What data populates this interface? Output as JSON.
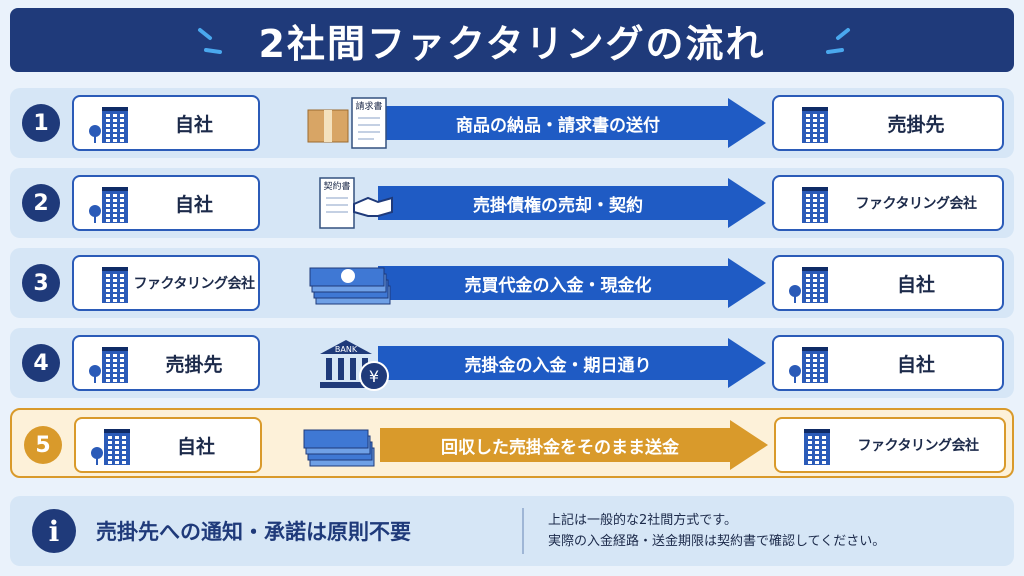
{
  "title": "2社間ファクタリングの流れ",
  "colors": {
    "navy": "#1f3a7a",
    "arrow_blue": "#1f5bc4",
    "gold": "#d99a2b",
    "panel": "#d6e6f6"
  },
  "steps": [
    {
      "num": "1",
      "from": "自社",
      "action": "商品の納品・請求書の送付",
      "to": "売掛先",
      "decoration": "package-invoice-icon",
      "doc_label": "請求書"
    },
    {
      "num": "2",
      "from": "自社",
      "action": "売掛債権の売却・契約",
      "to": "ファクタリング会社",
      "decoration": "contract-handshake-icon",
      "doc_label": "契約書"
    },
    {
      "num": "3",
      "from": "ファクタリング会社",
      "action": "売買代金の入金・現金化",
      "to": "自社",
      "decoration": "cash-stack-icon"
    },
    {
      "num": "4",
      "from": "売掛先",
      "action": "売掛金の入金・期日通り",
      "to": "自社",
      "decoration": "bank-yen-icon",
      "bank_label": "BANK",
      "yen": "¥"
    },
    {
      "num": "5",
      "from": "自社",
      "action": "回収した売掛金をそのまま送金",
      "to": "ファクタリング会社",
      "decoration": "cash-transfer-icon"
    }
  ],
  "note": {
    "icon": "i",
    "heading": "売掛先への通知・承諾は原則不要",
    "line1": "上記は一般的な2社間方式です。",
    "line2": "実際の入金経路・送金期限は契約書で確認してください。"
  }
}
